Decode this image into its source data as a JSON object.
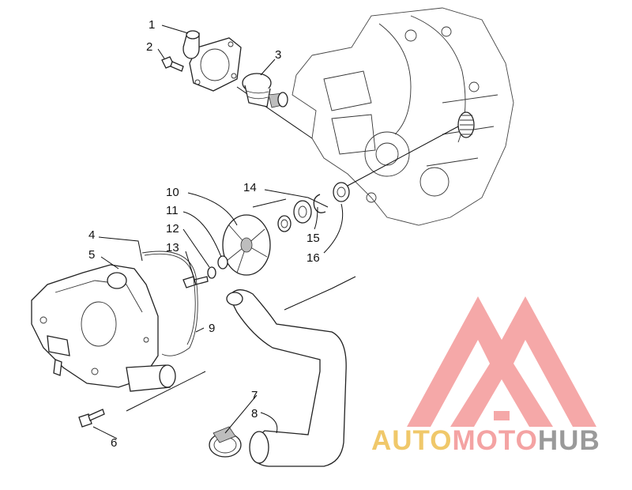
{
  "callouts": [
    "1",
    "2",
    "3",
    "4",
    "5",
    "6",
    "7",
    "8",
    "9",
    "10",
    "11",
    "12",
    "13",
    "14",
    "15",
    "16"
  ],
  "watermark": {
    "part1": "AUTO",
    "part2": "MOTO",
    "part3": "HUB",
    "colors": {
      "auto": "#f0c86a",
      "moto": "#f4a3a3",
      "hub": "#9a9a9a"
    }
  }
}
